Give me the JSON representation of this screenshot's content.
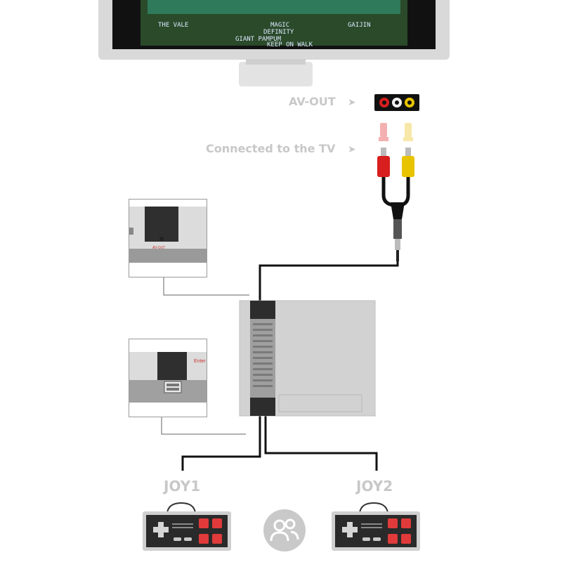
{
  "tv": {
    "screen_text": [
      "THE VALE",
      "MAGIC",
      "GAIJIN",
      "DEFINITY",
      "GIANT PAMPUM",
      "KEEP ON WALK"
    ]
  },
  "labels": {
    "av_out": "AV-OUT",
    "connected_tv": "Connected to  the TV",
    "joy1": "JOY1",
    "joy2": "JOY2"
  },
  "insets": {
    "top_port_text": "AV-OUT",
    "bottom_port_text": "Enter"
  },
  "colors": {
    "console_gray": "#cfcfcf",
    "console_dark": "#2d2d2d",
    "rca_red": "#d81e1e",
    "rca_white": "#f2f2f2",
    "rca_yellow": "#e8c400",
    "button_red": "#e03a3a",
    "label_gray": "#c8c8c8"
  },
  "icons": {
    "center_badge": "two-players-icon"
  }
}
